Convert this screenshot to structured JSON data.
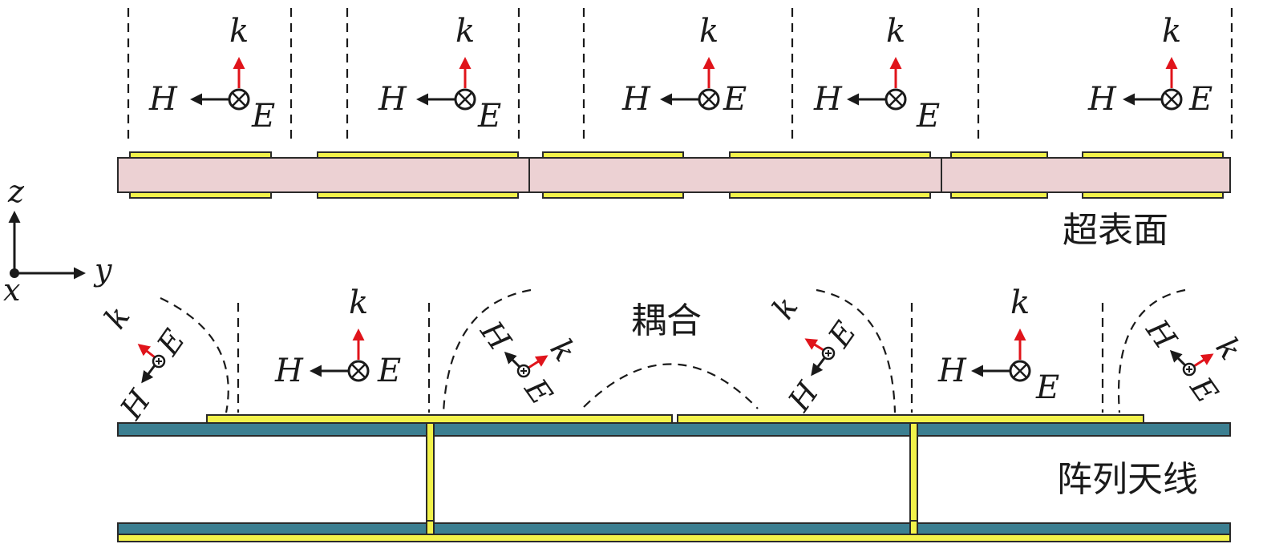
{
  "labels": {
    "metasurface": "超表面",
    "array_antenna": "阵列天线",
    "coupling": "耦合"
  },
  "axes": {
    "z": "z",
    "y": "y",
    "x": "x"
  },
  "field": {
    "k": "k",
    "H": "H",
    "E": "E"
  },
  "colors": {
    "substrate_top": "#ecd1d3",
    "substrate_bottom": "#3c7f91",
    "patch": "#f2f24a",
    "wave_vector": "#e0141b",
    "ink": "#1a1a1a"
  }
}
